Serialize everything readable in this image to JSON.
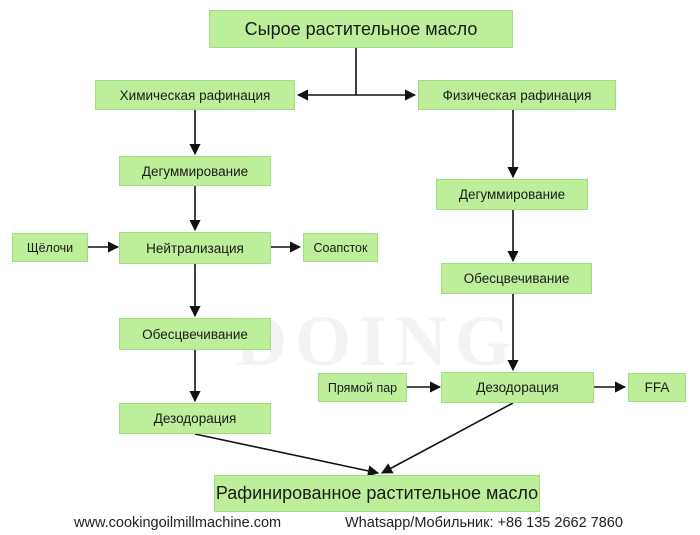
{
  "diagram": {
    "nodes": {
      "raw_oil": "Сырое растительное масло",
      "chem_refining": "Химическая рафинация",
      "phys_refining": "Физическая рафинация",
      "chem_degumming": "Дегуммирование",
      "alkali": "Щёлочи",
      "neutralization": "Нейтрализация",
      "soapstock": "Соапсток",
      "chem_bleaching": "Обесцвечивание",
      "chem_deodorization": "Дезодорация",
      "phys_degumming": "Дегуммирование",
      "phys_bleaching": "Обесцвечивание",
      "live_steam": "Прямой пар",
      "phys_deodorization": "Дезодорация",
      "ffa": "FFA",
      "refined_oil": "Рафинированное растительное масло"
    },
    "watermark": "DOING"
  },
  "footer": {
    "website": "www.cookingoilmillmachine.com",
    "contact": "Whatsapp/Мобильник: +86 135 2662 7860"
  },
  "colors": {
    "node_fill": "#bdee9a",
    "arrow": "#111111"
  }
}
